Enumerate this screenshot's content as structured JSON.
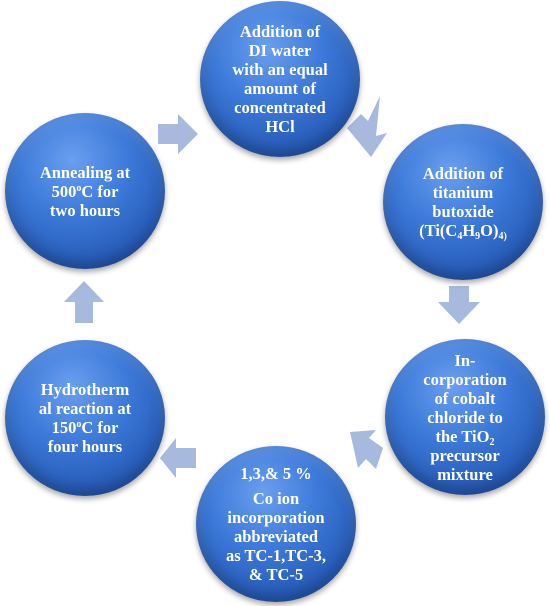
{
  "diagram": {
    "nodes": [
      {
        "id": "water",
        "lines": [
          "Addition of",
          "DI water",
          "with an equal",
          "amount of",
          "concentrated",
          "HCl"
        ]
      },
      {
        "id": "butoxide",
        "lines": [
          "Addition of",
          "titanium",
          "butoxide"
        ],
        "formula": {
          "pre": "(Ti(C",
          "sub1": "4",
          "mid1": "H",
          "sub2": "9",
          "mid2": "O)",
          "sub3": "4)"
        }
      },
      {
        "id": "cobalt",
        "lines": [
          "In-",
          "corporation",
          "of cobalt",
          "chloride to"
        ],
        "tio2": {
          "pre": "the TiO",
          "sub": "2"
        },
        "lines_after": [
          "precursor",
          "mixture"
        ]
      },
      {
        "id": "coion",
        "top": "1,3,& 5 %",
        "lines": [
          "Co ion",
          "incorporation",
          "abbreviated",
          "as TC-1,TC-3,",
          "& TC-5"
        ]
      },
      {
        "id": "hydro",
        "lines": [
          "Hydrotherm",
          "al reaction at"
        ],
        "temp": {
          "pre": "150",
          "sup": "o",
          "post": "C for"
        },
        "lines_after": [
          "four hours"
        ]
      },
      {
        "id": "anneal",
        "lines": [
          "Annealing at"
        ],
        "temp": {
          "pre": "500",
          "sup": "o",
          "post": "C for"
        },
        "lines_after": [
          "two hours"
        ]
      }
    ],
    "colors": {
      "node": "#2f67c4",
      "arrow": "#a7b9dc"
    },
    "arrows": [
      "water-to-butoxide",
      "butoxide-to-cobalt",
      "cobalt-to-coion",
      "coion-to-hydro",
      "hydro-to-anneal",
      "anneal-to-water"
    ]
  }
}
